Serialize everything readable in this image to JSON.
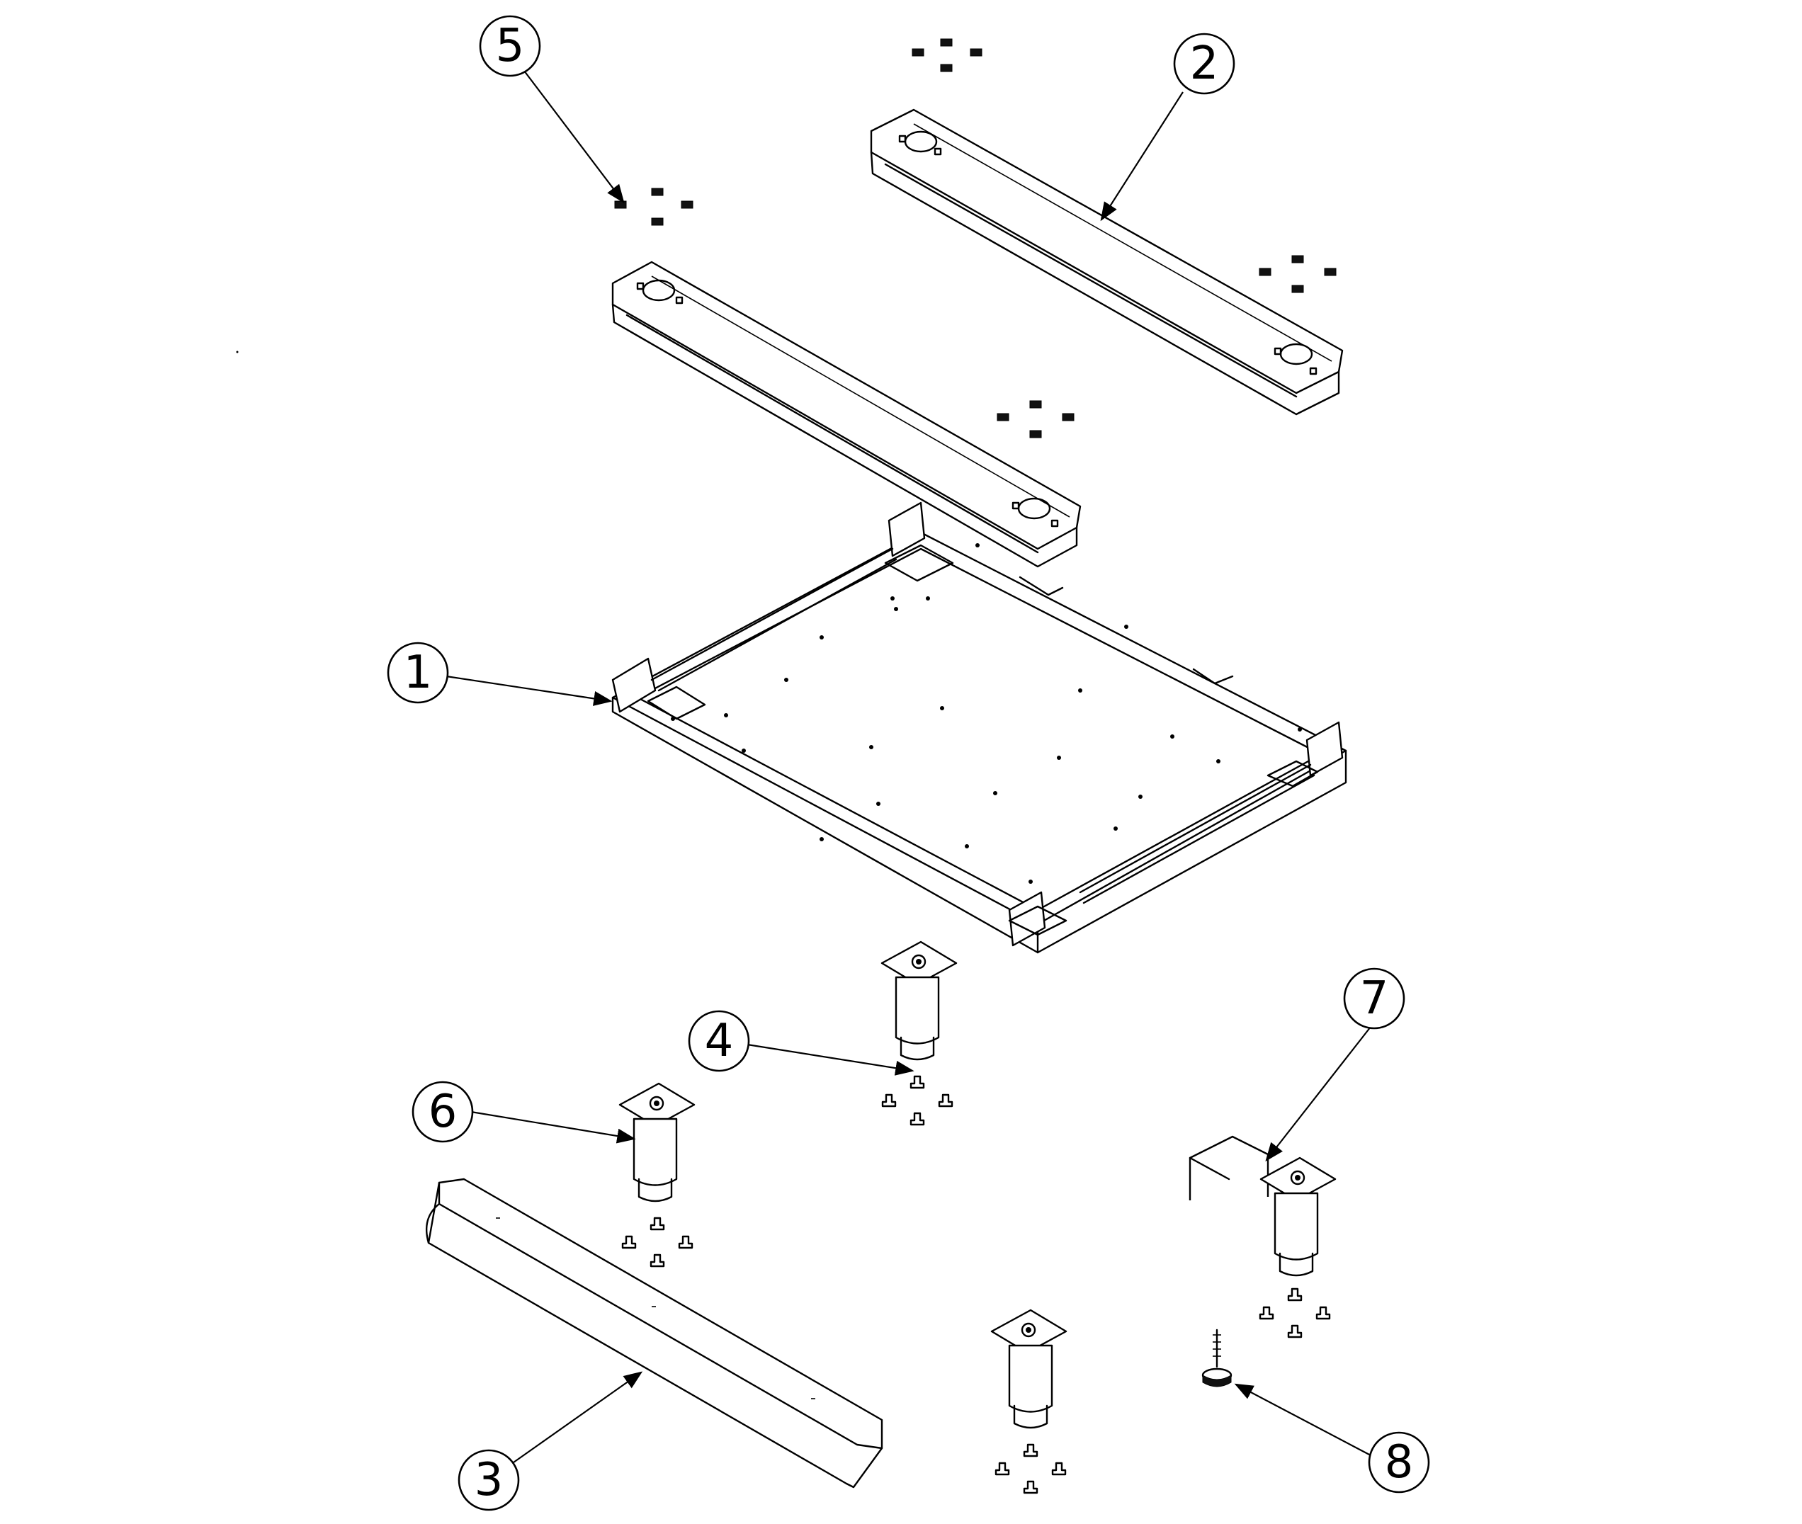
{
  "balloons": [
    {
      "id": "1",
      "label": "1"
    },
    {
      "id": "2",
      "label": "2"
    },
    {
      "id": "3",
      "label": "3"
    },
    {
      "id": "4",
      "label": "4"
    },
    {
      "id": "5",
      "label": "5"
    },
    {
      "id": "6",
      "label": "6"
    },
    {
      "id": "7",
      "label": "7"
    },
    {
      "id": "8",
      "label": "8"
    }
  ]
}
